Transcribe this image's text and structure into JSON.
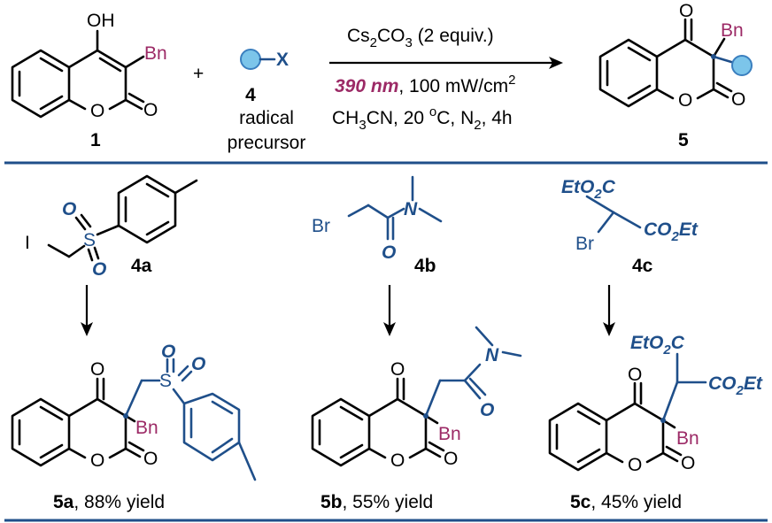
{
  "colors": {
    "blue": "#1f4f8a",
    "magenta": "#9c2a66",
    "circle_fill": "#7cc5ea",
    "circle_stroke": "#3a7fbf",
    "divider": "#1f4f8a"
  },
  "reaction": {
    "reactant1": {
      "label": "1",
      "oh": "OH",
      "bn": "Bn",
      "o_ring": "O",
      "o_carbonyl": "O"
    },
    "plus": "+",
    "reactant2": {
      "label": "4",
      "x": "X",
      "name_line1": "radical",
      "name_line2": "precursor"
    },
    "conditions": {
      "line1_base": "Cs",
      "line1_sub": "2",
      "line1_rest": "CO",
      "line1_sub2": "3",
      "line1_tail": " (2 equiv.)",
      "line2_highlight": "390 nm",
      "line2_rest": ", 100 mW/cm",
      "line2_sup": "2",
      "line3_a": "CH",
      "line3_sub1": "3",
      "line3_b": "CN, 20 ",
      "line3_sup": "o",
      "line3_c": "C, N",
      "line3_sub2": "2",
      "line3_d": ", 4h"
    },
    "product": {
      "label": "5",
      "bn": "Bn",
      "o_top": "O",
      "o_ring": "O",
      "o_carbonyl": "O"
    }
  },
  "precursors": [
    {
      "label": "4a",
      "i": "I",
      "s": "S",
      "o1": "O",
      "o2": "O"
    },
    {
      "label": "4b",
      "br": "Br",
      "n": "N",
      "o": "O"
    },
    {
      "label": "4c",
      "eto2c": "EtO",
      "eto2c_sub": "2",
      "eto2c_c": "C",
      "co2et": "CO",
      "co2et_sub": "2",
      "co2et_et": "Et",
      "br": "Br"
    }
  ],
  "products": [
    {
      "label": "5a",
      "yield": ", 88% yield",
      "bn": "Bn",
      "s": "S",
      "o1": "O",
      "o2": "O"
    },
    {
      "label": "5b",
      "yield": ", 55% yield",
      "bn": "Bn",
      "n": "N",
      "o": "O"
    },
    {
      "label": "5c",
      "yield": ", 45% yield",
      "bn": "Bn",
      "eto2c": "EtO",
      "eto2c_sub": "2",
      "eto2c_c": "C",
      "co2et": "CO",
      "co2et_sub": "2",
      "co2et_et": "Et"
    }
  ],
  "ring_atoms": {
    "o": "O"
  }
}
